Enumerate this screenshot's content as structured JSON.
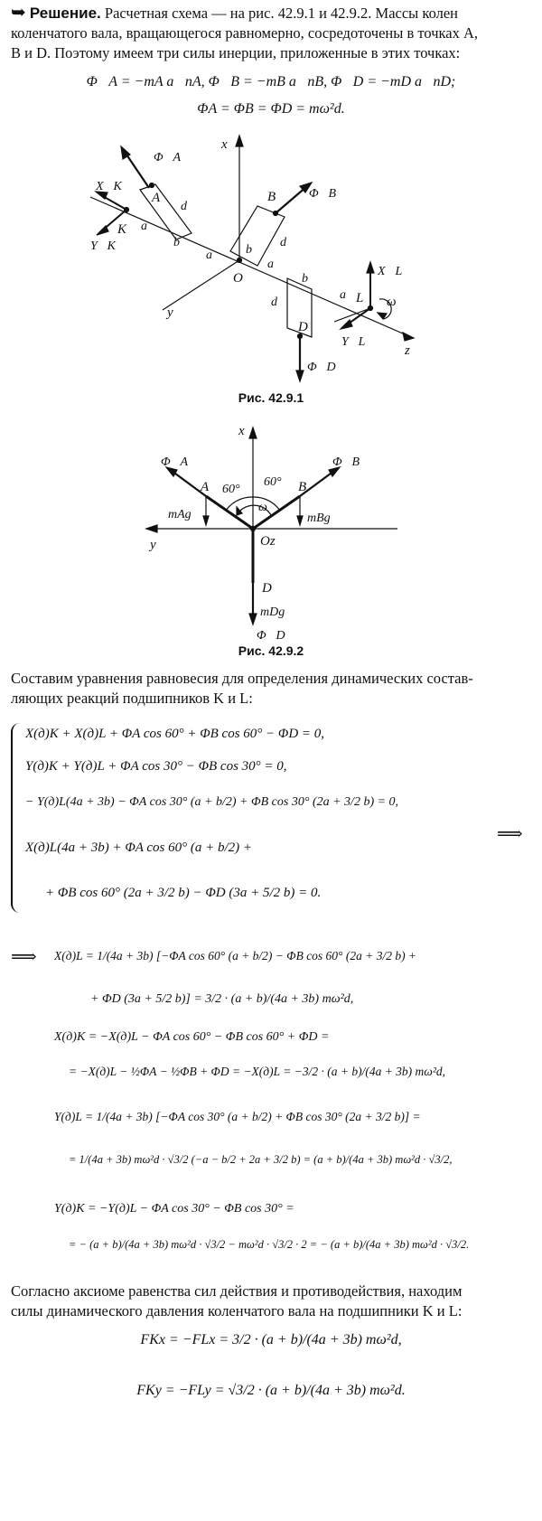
{
  "intro": {
    "arrow_glyph": "➥",
    "heading": "Решение.",
    "line1_rest": "Расчетная схема — на рис. 42.9.1 и 42.9.2. Массы колен",
    "line2": "коленчатого вала, вращающегося равномерно, сосредоточены в точках A,",
    "line3": "B и D. Поэтому имеем три силы инерции, приложенные в этих точках:"
  },
  "formulas_top": {
    "inertia_vectors": "Φ⃗A = −mA a⃗nA,   Φ⃗B = −mB a⃗nB,   Φ⃗D = −mD a⃗nD;",
    "magnitudes": "ΦA = ΦB = ΦD = mω²d."
  },
  "fig1": {
    "caption": "Рис. 42.9.1",
    "labels": {
      "x": "x",
      "y": "y",
      "z": "z",
      "O": "O",
      "K": "K",
      "L": "L",
      "A": "A",
      "B": "B",
      "D": "D",
      "a": "a",
      "b": "b",
      "d": "d",
      "omega": "ω",
      "PhiA": "Φ⃗A",
      "PhiB": "Φ⃗B",
      "PhiD": "Φ⃗D",
      "XK": "X⃗K",
      "YK": "Y⃗K",
      "XL": "X⃗L",
      "YL": "Y⃗L"
    }
  },
  "fig2": {
    "caption": "Рис. 42.9.2",
    "labels": {
      "x": "x",
      "y": "y",
      "Oz": "Oz",
      "A": "A",
      "B": "B",
      "D": "D",
      "angle_a": "60°",
      "angle_b": "60°",
      "omega": "ω",
      "PhiA": "Φ⃗A",
      "PhiB": "Φ⃗B",
      "PhiD": "Φ⃗D",
      "mAg": "mAg⃗",
      "mBg": "mBg⃗",
      "mDg": "mDg⃗"
    }
  },
  "para2": {
    "line1": "Составим уравнения равновесия для определения динамических состав-",
    "line2": "ляющих реакций подшипников K и L:"
  },
  "system": {
    "eq1": "X(д)K + X(д)L + ΦA cos 60° + ΦB cos 60° − ΦD = 0,",
    "eq2": "Y(д)K + Y(д)L + ΦA cos 30° − ΦB cos 30° = 0,",
    "eq3": "− Y(д)L(4a + 3b) − ΦA cos 30° (a + b/2) + ΦB cos 30° (2a + 3/2 b) = 0,",
    "eq4a": "X(д)L(4a + 3b) + ΦA cos 60° (a + b/2) +",
    "eq4b": "+ ΦB cos 60° (2a + 3/2 b) − ΦD (3a + 5/2 b) = 0.",
    "implies": "⟹"
  },
  "solution": {
    "implies": "⟹",
    "s1": "X(д)L = 1/(4a + 3b) [−ΦA cos 60° (a + b/2) − ΦB cos 60° (2a + 3/2 b) +",
    "s2": "+ ΦD (3a + 5/2 b)] = 3/2 · (a + b)/(4a + 3b) mω²d,",
    "s3": "X(д)K = −X(д)L − ΦA cos 60° − ΦB cos 60° + ΦD =",
    "s4": "= −X(д)L − ½ΦA − ½ΦB + ΦD = −X(д)L = −3/2 · (a + b)/(4a + 3b) mω²d,",
    "s5": "Y(д)L = 1/(4a + 3b) [−ΦA cos 30° (a + b/2) + ΦB cos 30° (2a + 3/2 b)] =",
    "s6": "= 1/(4a + 3b) mω²d · √3/2 (−a − b/2 + 2a + 3/2 b) = (a + b)/(4a + 3b) mω²d · √3/2,",
    "s7": "Y(д)K = −Y(д)L − ΦA cos 30° − ΦB cos 30° =",
    "s8": "= − (a + b)/(4a + 3b) mω²d · √3/2 − mω²d · √3/2 · 2 = − (a + b)/(4a + 3b) mω²d · √3/2."
  },
  "para3": {
    "line1": "Согласно аксиоме равенства сил действия и противодействия, находим",
    "line2": "силы динамического давления коленчатого вала на подшипники K и L:"
  },
  "final": {
    "fkx": "FKx = −FLx = 3/2 · (a + b)/(4a + 3b) mω²d,",
    "fky": "FKy = −FLy = √3/2 · (a + b)/(4a + 3b) mω²d."
  }
}
